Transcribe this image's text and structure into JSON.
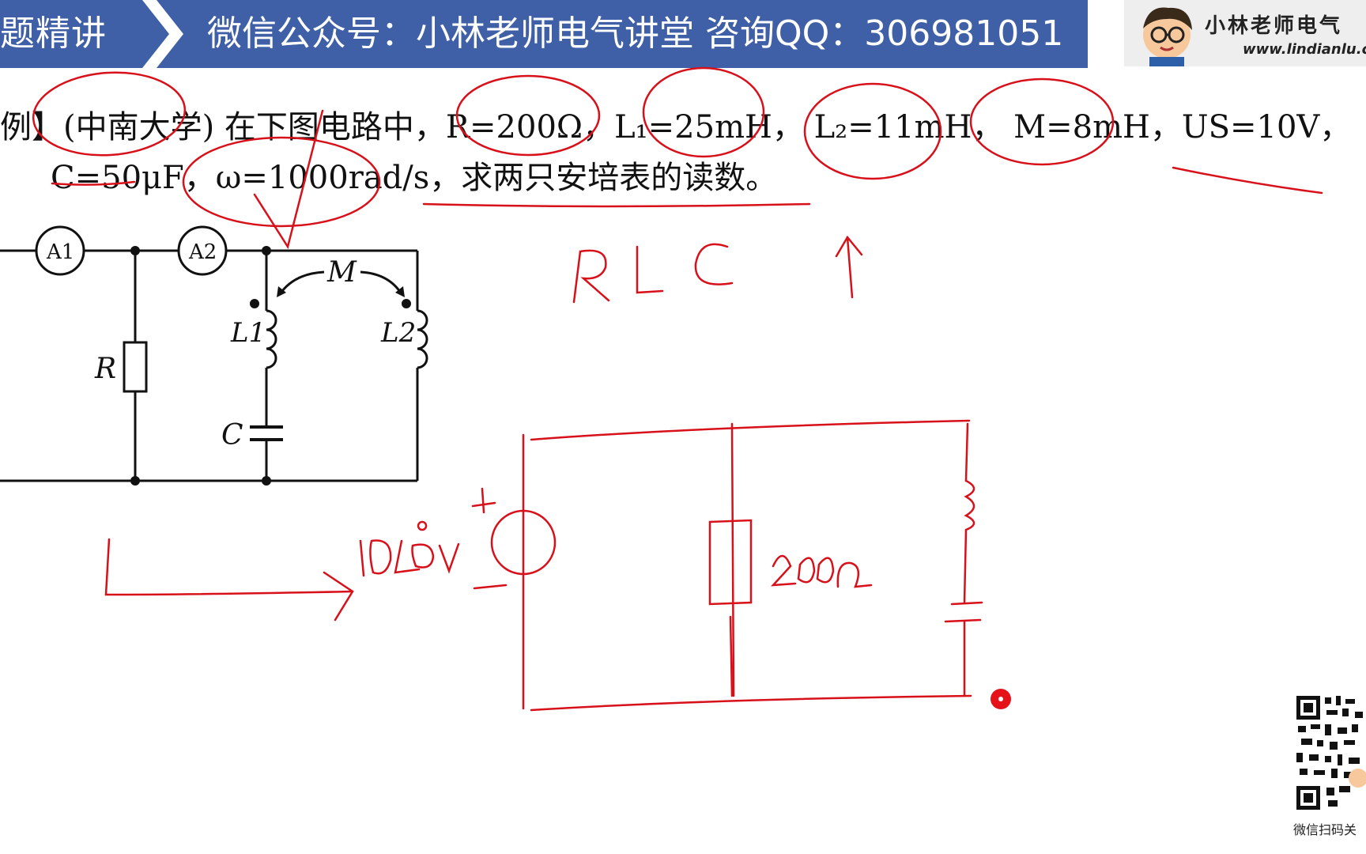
{
  "header": {
    "section": "题精讲",
    "title": "微信公众号：小林老师电气讲堂   咨询QQ：306981051"
  },
  "logo": {
    "name": "小林老师电气",
    "url": "www.lindianlu.c"
  },
  "problem": {
    "line1_prefix": "例】",
    "line1_body": "(中南大学) 在下图电路中，R=200Ω，L₁=25mH，  L₂=11mH，  M=8mH，US=10V，",
    "line2": "C=50μF，ω=1000rad/s，求两只安培表的读数。"
  },
  "circuit": {
    "ammeter1": "A1",
    "ammeter2": "A2",
    "resistor": "R",
    "inductor1": "L1",
    "inductor2": "L2",
    "capacitor": "C",
    "mutual": "M"
  },
  "annotations": {
    "rlc": "RLC",
    "arrow_up": "↑",
    "source_label": "10∠0°V",
    "resistor_value": "200Ω",
    "plus": "+",
    "minus": "−"
  },
  "qr": {
    "caption": "微信扫码关"
  },
  "colors": {
    "header_bg": "#3f5fa6",
    "ink": "#d8101a",
    "text": "#111111"
  }
}
